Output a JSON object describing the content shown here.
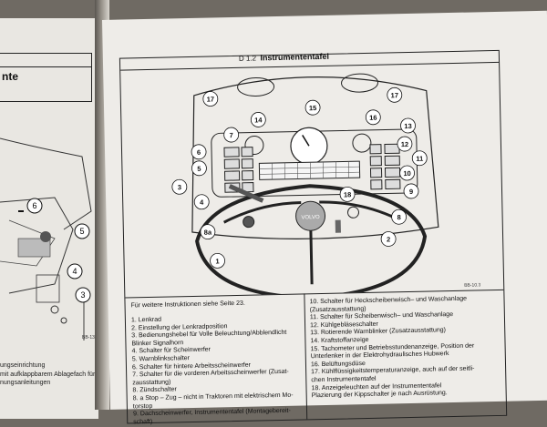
{
  "left_page": {
    "heading": "nte",
    "callouts": [
      "6",
      "5",
      "4",
      "3"
    ],
    "image_code": "BB-13",
    "text_lines": [
      "ungseinrichtung",
      "mit aufklappbarem Ablagefach für",
      "nungsanleitungen"
    ]
  },
  "header": {
    "section": "D 1.2",
    "title": "Instrumententafel"
  },
  "diagram": {
    "callouts": [
      "1",
      "2",
      "3",
      "4",
      "5",
      "6",
      "7",
      "8",
      "8a",
      "9",
      "10",
      "11",
      "12",
      "13",
      "14",
      "15",
      "16",
      "17",
      "17",
      "18"
    ],
    "image_code": "BB-10.3",
    "knob_label": "VOLVO"
  },
  "legend": {
    "intro": "Für weitere Instruktionen siehe Seite 23.",
    "left": [
      "1. Lenkrad",
      "2. Einstellung der Lenkradposition",
      "3. Bedienungshebel für Volle Beleuchtung/Abblendlicht",
      "    Blinker Signalhorn",
      "4. Schalter für Scheinwerfer",
      "5. Warnblinkschalter",
      "6. Schalter für hintere Arbeitsscheinwerfer",
      "7. Schalter für die vorderen Arbeitsscheinwerfer (Zusat-",
      "    zausstattung)",
      "8. Zündschalter",
      "8. a Stop – Zug – nicht in Traktoren mit elektrischem Mo-",
      "    torstop",
      "9. Dachscheinwerfer, Instrumententafel (Montagebereit-",
      "    schaft)"
    ],
    "right": [
      "10. Schalter für Heckscheibenwisch– und Waschanlage",
      "      (Zusatzausstattung)",
      "11. Schalter für Scheibenwisch– und Waschanlage",
      "12. Kühlgebläseschalter",
      "13. Rotierende Warnblinker (Zusatzausstattung)",
      "14. Kraftstoffanzeige",
      "15. Tachometer und Betriebsstundenanzeige, Position der",
      "      Unterlenker in der Elektrohydraulisches Hubwerk",
      "16. Belüftungsdüse",
      "17. Kühlflüssigkeitstemperaturanzeige, auch auf der seitli-",
      "      chen Instrumententafel",
      "18. Anzeigeleuchten auf der Instrumententafel",
      "Plazierung der Kippschalter je nach Ausrüstung."
    ]
  }
}
